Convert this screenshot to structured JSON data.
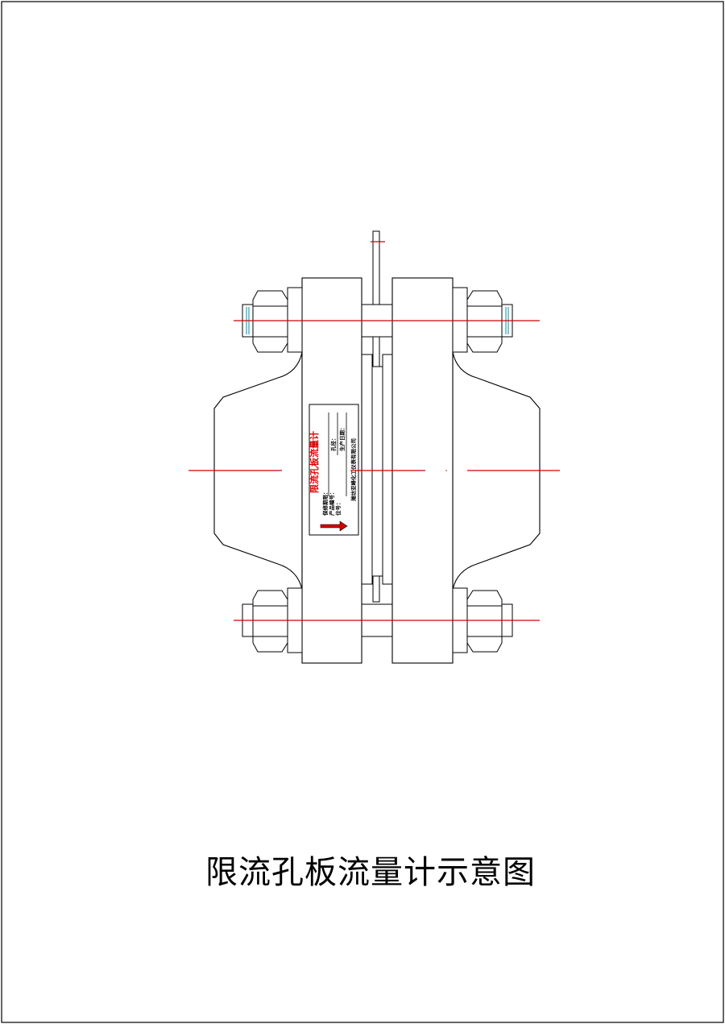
{
  "drawing": {
    "title": "限流孔板流量计示意图",
    "nameplate": {
      "heading": "限流孔板流量计",
      "fields": [
        "保修期限：",
        "产品编号：",
        "位号：",
        "孔径：",
        "生产日期："
      ],
      "manufacturer": "潍坊亚峰化工仪表有限公司"
    }
  },
  "colors": {
    "outline": "#000000",
    "centerline": "#d40000",
    "thread": "#29a0b8",
    "arrow": "#d40000"
  }
}
